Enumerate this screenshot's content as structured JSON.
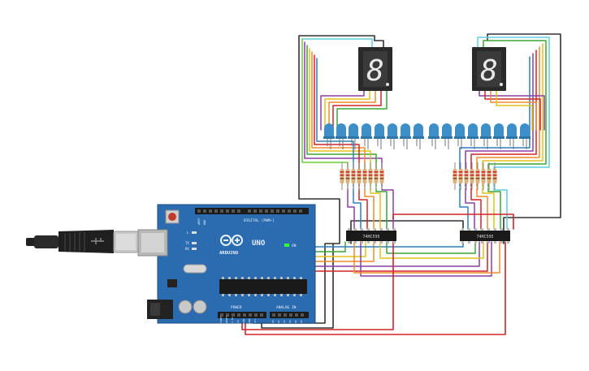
{
  "arduino": {
    "brand": "ARDUINO",
    "model": "UNO",
    "label_digital": "DIGITAL (PWM~)",
    "label_power": "POWER",
    "label_analog": "ANALOG IN",
    "label_on": "ON",
    "label_tx": "TX",
    "label_rx": "RX",
    "label_l": "L",
    "label_aref": "AREF",
    "label_gnd": "GND",
    "label_ioref": "IOREF",
    "label_reset": "RESET",
    "label_3v3": "3.3V",
    "label_5v": "5V",
    "label_vin": "Vin",
    "analog_pins": [
      "A0",
      "A1",
      "A2",
      "A3",
      "A4",
      "A5"
    ]
  },
  "chips": {
    "left": {
      "label": "74HC595"
    },
    "right": {
      "label": "74HC595"
    }
  },
  "displays": {
    "left": {
      "digit": "8"
    },
    "right": {
      "digit": "8"
    }
  },
  "colors": {
    "board": "#2b6cb0",
    "led": "#3d8ec9",
    "wire_red": "#d3232a",
    "wire_black": "#333333"
  },
  "wire_palette": [
    "#8b3fa8",
    "#d3232a",
    "#f08c2a",
    "#e0c21a",
    "#3aa635",
    "#2e7fc1",
    "#9c6bcf",
    "#888888",
    "#5ccfe0"
  ]
}
